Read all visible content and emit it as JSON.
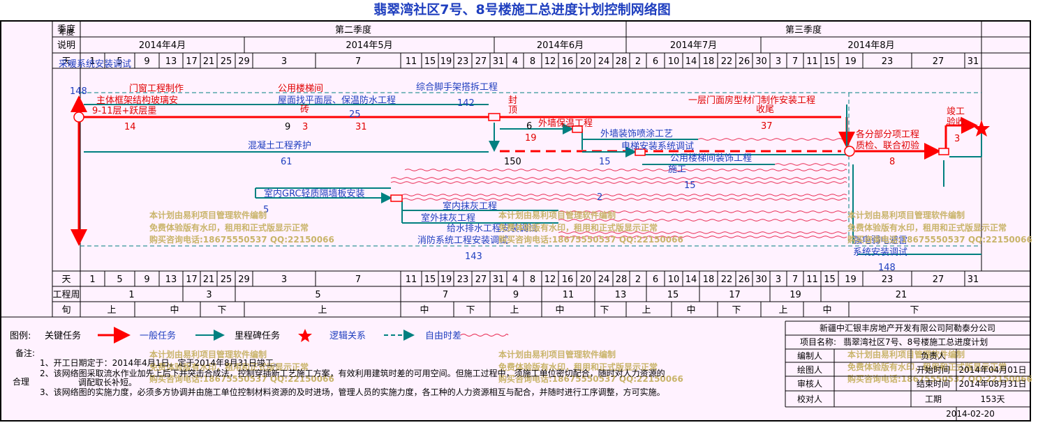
{
  "title": "翡翠湾社区7号、8号楼施工总进度计划控制网络图",
  "header": {
    "row1_label": "季度",
    "row2_label": "说明",
    "row3_label": "天",
    "corner_overlay": "年度",
    "quarters": [
      "第二季度",
      "第三季度"
    ],
    "months": [
      "2014年4月",
      "2014年5月",
      "2014年6月",
      "2014年7月",
      "2014年8月"
    ],
    "days_top": [
      "1",
      "5",
      "9",
      "13",
      "17",
      "21",
      "25",
      "29",
      "3",
      "7",
      "11",
      "15",
      "19",
      "23",
      "27",
      "31",
      "4",
      "8",
      "12",
      "16",
      "20",
      "24",
      "28",
      "2",
      "6",
      "10",
      "14",
      "18",
      "22",
      "26",
      "30",
      "3",
      "7",
      "11",
      "15",
      "19",
      "23",
      "27",
      "31"
    ]
  },
  "footer_rows": {
    "day_label": "天",
    "week_label": "工程周",
    "period_label": "旬",
    "days_bottom": [
      "1",
      "5",
      "9",
      "13",
      "17",
      "21",
      "25",
      "29",
      "3",
      "7",
      "11",
      "15",
      "19",
      "23",
      "27",
      "31",
      "4",
      "8",
      "12",
      "16",
      "20",
      "24",
      "28",
      "2",
      "6",
      "10",
      "14",
      "18",
      "22",
      "26",
      "30",
      "3",
      "7",
      "11",
      "15",
      "19",
      "23",
      "27",
      "31"
    ],
    "weeks": [
      "1",
      "3",
      "5",
      "7",
      "9",
      "11",
      "13",
      "15",
      "17",
      "19",
      "21"
    ],
    "periods": [
      "上",
      "中",
      "下",
      "上",
      "中",
      "下",
      "上",
      "中",
      "下",
      "上",
      "中",
      "下",
      "上",
      "中",
      "下"
    ]
  },
  "tasks": {
    "t_heating": "采暖系统安装调试",
    "t_heating_dur": "148",
    "t_doors": "门窗工程制作",
    "t_structure": "主体框架结构玻璃安",
    "t_structure2": "9-11层+跃层墨",
    "t_dur14": "14",
    "t_stair": "公用楼梯间",
    "t_roof": "屋面找平面层、保温防水工程",
    "t_brick": "砖",
    "t_dur9": "9",
    "t_dur3": "3",
    "t_dur25": "25",
    "t_dur31": "31",
    "t_scaffold": "综合脚手架搭拆工程",
    "t_scaffold_dur": "142",
    "t_cap": "封",
    "t_cap2": "顶",
    "t_dur6": "6",
    "t_insul": "外墙保温工程",
    "t_dur19": "19",
    "t_firstdoor": "一层门面房型材门制作安装工程",
    "t_close": "收尾",
    "t_dur37": "37",
    "t_finish": "竣工",
    "t_accept": "验收",
    "t_dur3b": "3",
    "t_sub": "各分部分项工程",
    "t_sub2": "质检、联合初验",
    "t_dur8": "8",
    "t_curing": "混凝土工程养护",
    "t_dur61": "61",
    "t_dur150": "150",
    "t_spray": "外墙装饰喷涂工艺",
    "t_elev": "电梯安装系统调试",
    "t_dur15": "15",
    "t_public": "公用楼梯间装饰工程",
    "t_construct": "施工",
    "t_dur15b": "15",
    "t_grc": "室内GRC轻质隔墙板安装",
    "t_dur5": "5",
    "t_dur2": "2",
    "t_plaster_in": "室内抹灰工程",
    "t_plaster_out": "室外抹灰工程",
    "t_water": "给水排水工程安装调试",
    "t_fire": "消防系统工程安装调试",
    "t_dur143": "143",
    "t_power": "强电弱电避雷",
    "t_power2": "系统安装调试",
    "t_dur148b": "148"
  },
  "watermark": [
    "本计划由易利项目管理软件编制",
    "免费体验版有水印，租用和正式版显示正常",
    "购买咨询电话:18675550537 QQ:22150066"
  ],
  "legend": {
    "label": "图例:",
    "key_task": "关键任务",
    "normal_task": "一般任务",
    "milestone": "里程碑任务",
    "logic": "逻辑关系",
    "free": "自由时差"
  },
  "notes": {
    "title": "备注:",
    "side": "合理",
    "n1": "1、开工日期定于：2014年4月1日。定于2014年8月31日竣工。",
    "n2": "2、该网络图采取流水作业加先上后下并突击合成法，控制穿插新工艺施工方案，有效利用建筑时差的可用空间。但施工过程中，须施工单位密切配合，随时对人力资源的",
    "n2b": "调配取长补短。",
    "n3": "3、该网络图的实施力度，必须多方协调并由施工单位控制材料资源的及时进场，管理人员的实施力度，各工种的人力资源相互与配合，并随时进行工序调整，方可实施。"
  },
  "info": {
    "company": "新疆中汇银丰房地产开发有限公司阿勒泰分公司",
    "project_label": "项目名称:",
    "project_name": "翡翠湾社区7号、8号楼施工总进度计划",
    "compiler": "编制人",
    "responsible": "负责人",
    "drawer": "绘图人",
    "start_label": "开始时间",
    "start_value": "2014年04月01日",
    "reviewer": "审核人",
    "end_label": "结束时间",
    "end_value": "2014年08月31日",
    "checker": "校对人",
    "duration_label": "工期",
    "duration_value": "153天",
    "date": "2014-02-20"
  },
  "colors": {
    "key": "#ff0000",
    "normal": "#008080",
    "text_blue": "#1f3fbf",
    "text_red": "#e00000",
    "watermark": "#c9b46a",
    "bg": "#fff2ff"
  }
}
